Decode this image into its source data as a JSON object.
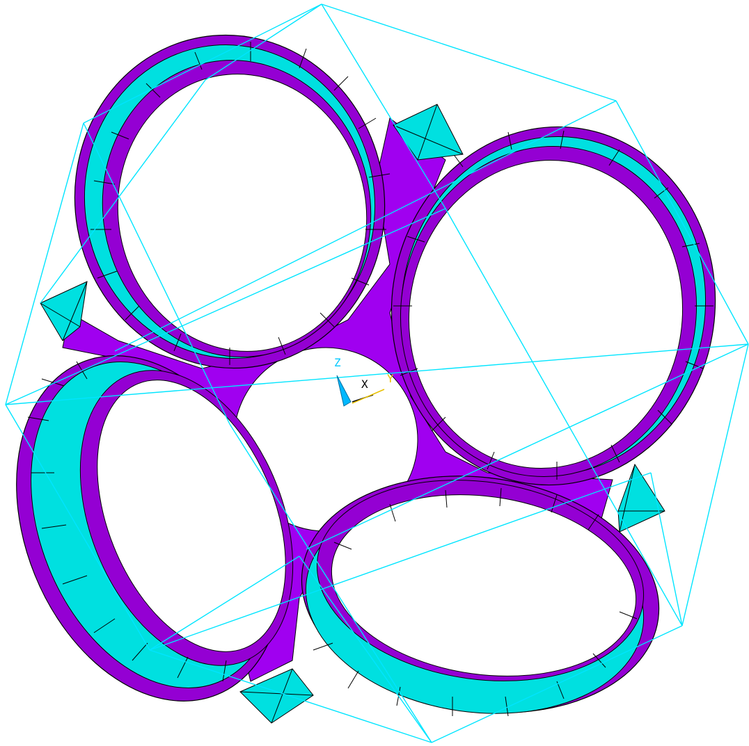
{
  "scene": {
    "background": "#ffffff",
    "colors": {
      "ring_outer": "#9400d3",
      "ring_inner": "#00e5e5",
      "mesh_line": "#000000",
      "wireframe": "#00e5ff",
      "web": "#a000f0"
    }
  },
  "triad": {
    "z_label": "Z",
    "x_label": "X",
    "y_label": "Y",
    "z_color": "#00c8ff",
    "x_color": "#000000",
    "y_color": "#e8c000"
  }
}
